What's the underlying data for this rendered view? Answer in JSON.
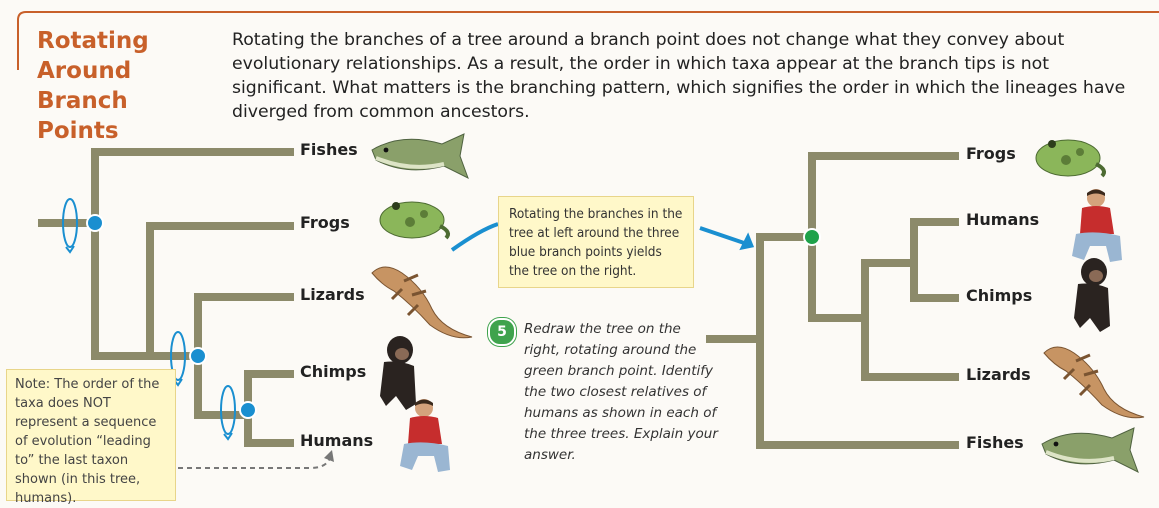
{
  "heading": {
    "lines": [
      "Rotating",
      "Around",
      "Branch Points"
    ]
  },
  "intro": "Rotating the branches of a tree around a branch point does not change what they convey about evolutionary relationships. As a result, the order in which taxa appear at the branch tips is not significant. What matters is the branching pattern, which signifies the order in which the lineages have diverged from common ancestors.",
  "left_tree": {
    "taxa": [
      "Fishes",
      "Frogs",
      "Lizards",
      "Chimps",
      "Humans"
    ]
  },
  "right_tree": {
    "taxa": [
      "Frogs",
      "Humans",
      "Chimps",
      "Lizards",
      "Fishes"
    ]
  },
  "callout": "Rotating the branches in the tree at left around the three blue branch points yields the tree on the right.",
  "note": "Note: The order of the taxa does NOT represent a sequence of evolution “leading to” the last taxon shown (in this tree, humans).",
  "question": {
    "number": "5",
    "text": "Redraw the tree on the right, rotating around the green branch point. Identify the two closest relatives of humans as shown in each of the three trees. Explain your answer."
  },
  "colors": {
    "accent": "#c8602a",
    "branch": "#8c8a6a",
    "blue_node": "#1a8fd0",
    "green_node": "#1fa24a",
    "callout_bg": "#fff8c9"
  }
}
